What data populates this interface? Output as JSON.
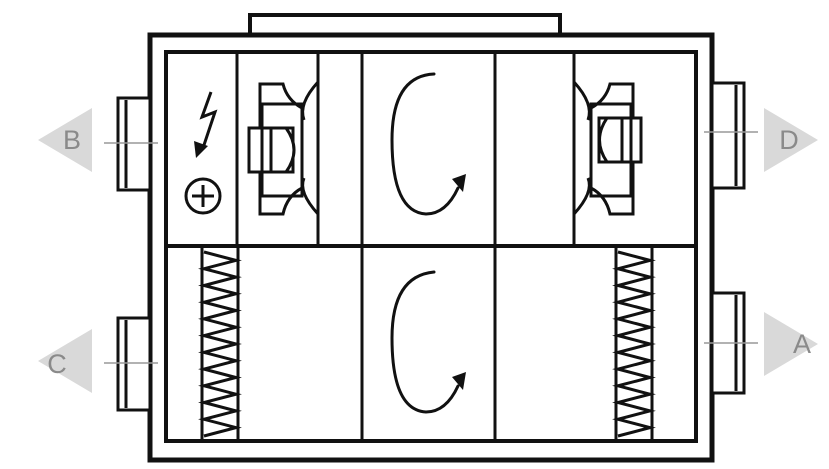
{
  "ports": [
    {
      "id": "B",
      "label": "B"
    },
    {
      "id": "C",
      "label": "C"
    },
    {
      "id": "D",
      "label": "D"
    },
    {
      "id": "A",
      "label": "A"
    }
  ],
  "icons": {
    "power": "lightning-icon",
    "connector": "plus-circle-icon",
    "fan": "fan-icon",
    "rotation": "rotation-arrow-icon",
    "heater": "zigzag-coil-icon"
  },
  "colors": {
    "stroke": "#111111",
    "arrow": "#d9d9d9",
    "label": "#8a8a8a",
    "background": "#ffffff"
  }
}
